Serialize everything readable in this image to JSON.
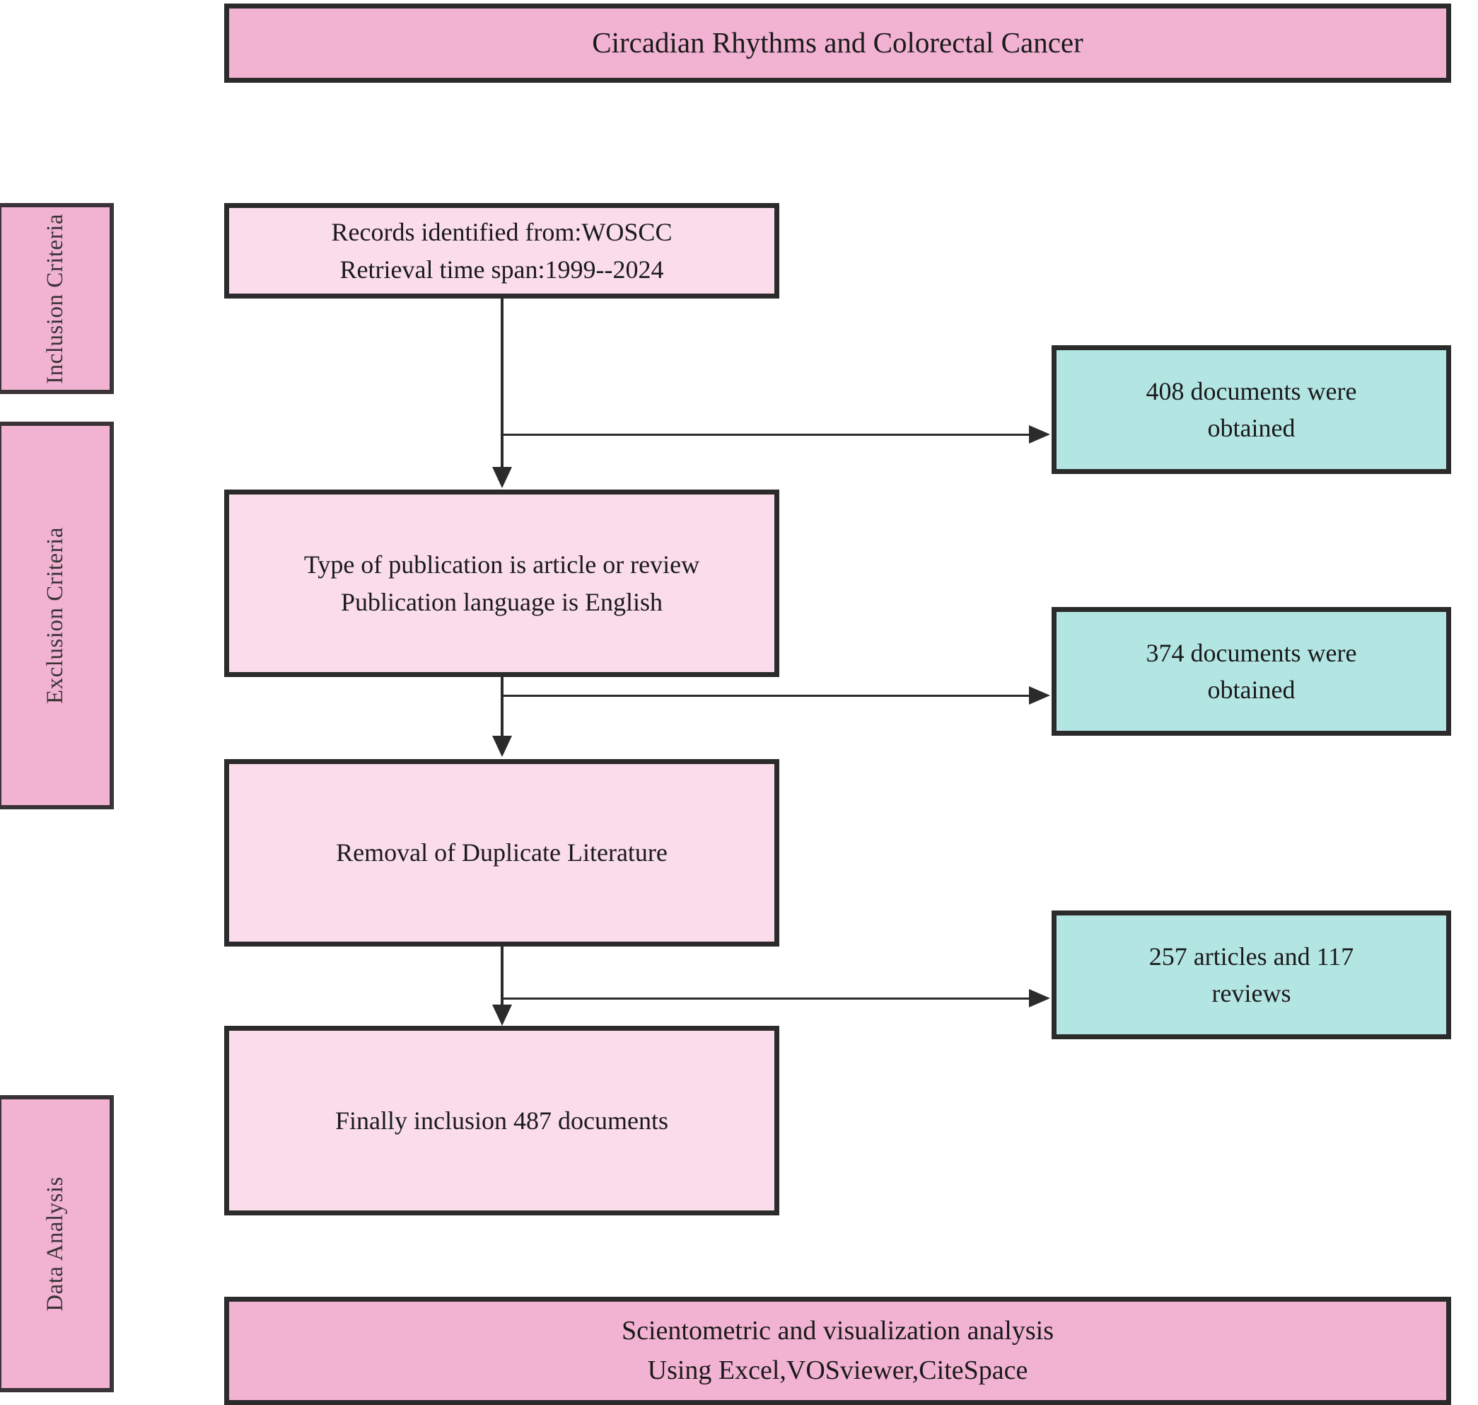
{
  "diagram": {
    "title": "Circadian Rhythms and Colorectal Cancer",
    "colors": {
      "banner_pink": "#f2b3d2",
      "step_pink": "#fadcea",
      "result_teal": "#b3e5e3",
      "border": "#2b2b2b"
    },
    "phases": [
      {
        "label": "Inclusion Criteria"
      },
      {
        "label": "Exclusion Criteria"
      },
      {
        "label": "Data Analysis"
      }
    ],
    "steps": [
      {
        "line1": "Records identified from:WOSCC",
        "line2": "Retrieval time span:1999--2024"
      },
      {
        "line1": "Type of publication is article or review",
        "line2": "Publication language is English"
      },
      {
        "line1": "Removal of Duplicate Literature",
        "line2": ""
      },
      {
        "line1": "Finally inclusion 487 documents",
        "line2": ""
      }
    ],
    "results": [
      {
        "line1": "408 documents were",
        "line2": "obtained"
      },
      {
        "line1": "374 documents were",
        "line2": "obtained"
      },
      {
        "line1": "257 articles and 117",
        "line2": "reviews"
      }
    ],
    "footer": {
      "line1": "Scientometric and visualization analysis",
      "line2": "Using Excel,VOSviewer,CiteSpace"
    }
  }
}
